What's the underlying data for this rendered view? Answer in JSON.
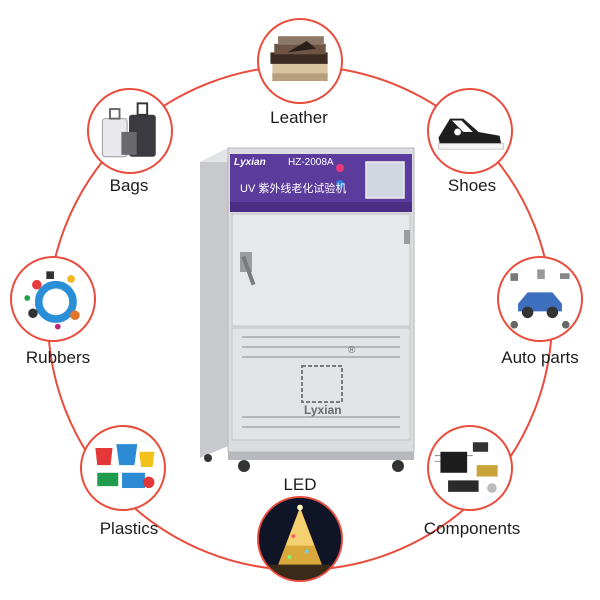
{
  "colors": {
    "ring": "#e94b3c",
    "panel": "#5b3b9c",
    "steel": "#d9dadc"
  },
  "labels": {
    "leather": "Leather",
    "shoes": "Shoes",
    "bags": "Bags",
    "rubbers": "Rubbers",
    "auto_parts": "Auto parts",
    "plastics": "Plastics",
    "led": "LED",
    "components": "Components"
  },
  "machine": {
    "brand": "Lyxian",
    "model": "HZ-2008A",
    "name": "UV 紫外线老化试验机",
    "logo_mark": "®",
    "logo_text": "Lyxian"
  },
  "icons": {
    "leather": "leather-swatches-icon",
    "shoes": "sneaker-icon",
    "bags": "suitcase-icon",
    "rubbers": "rubber-parts-icon",
    "auto_parts": "car-parts-icon",
    "plastics": "plastic-ware-icon",
    "led": "christmas-tree-lights-icon",
    "components": "electronic-components-icon"
  }
}
